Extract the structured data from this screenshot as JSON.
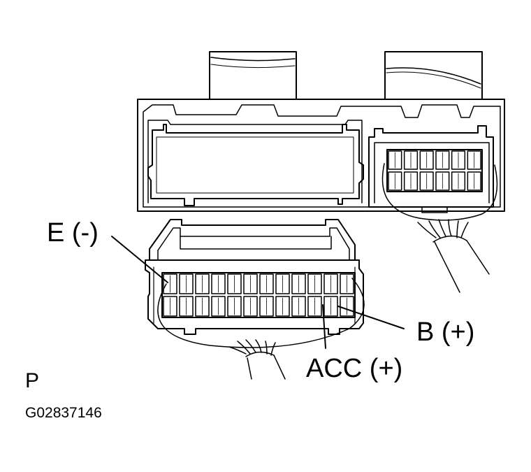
{
  "labels": {
    "e_terminal": "E  (-)",
    "b_terminal": "B (+)",
    "acc_terminal": "ACC (+)",
    "view_letter": "P",
    "figure_code": "G02837146"
  },
  "colors": {
    "ink": "#000000",
    "background": "#ffffff"
  },
  "connector_grid": {
    "main_columns": 12,
    "main_rows": 2,
    "small_columns": 6,
    "small_rows": 2
  }
}
